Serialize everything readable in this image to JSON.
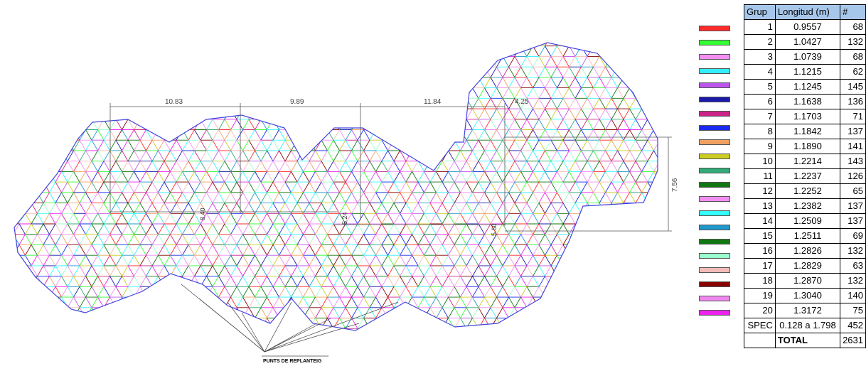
{
  "dimensions": {
    "d1": "10.83",
    "d2": "9.89",
    "d3": "11.84",
    "d4": "4.25",
    "vertical": "7.56",
    "h1": "8.40",
    "h2": "5.24",
    "h3": "5.60"
  },
  "punts_label": "PUNTS DE REPLANTEIG",
  "legend_colors": [
    "#ff2a2a",
    "#33ff33",
    "#f28ef2",
    "#33eeff",
    "#bb55ee",
    "#1a1aa8",
    "#cc2288",
    "#1a2aee",
    "#f0a060",
    "#cccc22",
    "#33aa77",
    "#117711",
    "#f28ef2",
    "#33ffff",
    "#2299cc",
    "#117711",
    "#99ffcc",
    "#f4bcb8",
    "#880000",
    "#ee88ee",
    "#ee22ee"
  ],
  "table": {
    "headers": [
      "Grup",
      "Longitud (m)",
      "#"
    ],
    "rows": [
      [
        "1",
        "0.9557",
        "68"
      ],
      [
        "2",
        "1.0427",
        "132"
      ],
      [
        "3",
        "1.0739",
        "68"
      ],
      [
        "4",
        "1.1215",
        "62"
      ],
      [
        "5",
        "1.1245",
        "145"
      ],
      [
        "6",
        "1.1638",
        "136"
      ],
      [
        "7",
        "1.1703",
        "71"
      ],
      [
        "8",
        "1.1842",
        "137"
      ],
      [
        "9",
        "1.1890",
        "141"
      ],
      [
        "10",
        "1.2214",
        "143"
      ],
      [
        "11",
        "1.2237",
        "126"
      ],
      [
        "12",
        "1.2252",
        "65"
      ],
      [
        "13",
        "1.2382",
        "137"
      ],
      [
        "14",
        "1.2509",
        "137"
      ],
      [
        "15",
        "1.2511",
        "69"
      ],
      [
        "16",
        "1.2826",
        "132"
      ],
      [
        "17",
        "1.2829",
        "63"
      ],
      [
        "18",
        "1.2870",
        "132"
      ],
      [
        "19",
        "1.3040",
        "140"
      ],
      [
        "20",
        "1.3172",
        "75"
      ],
      [
        "SPEC",
        "0.128 a 1.798",
        "452"
      ]
    ],
    "total_label": "TOTAL",
    "total_value": "2631"
  }
}
